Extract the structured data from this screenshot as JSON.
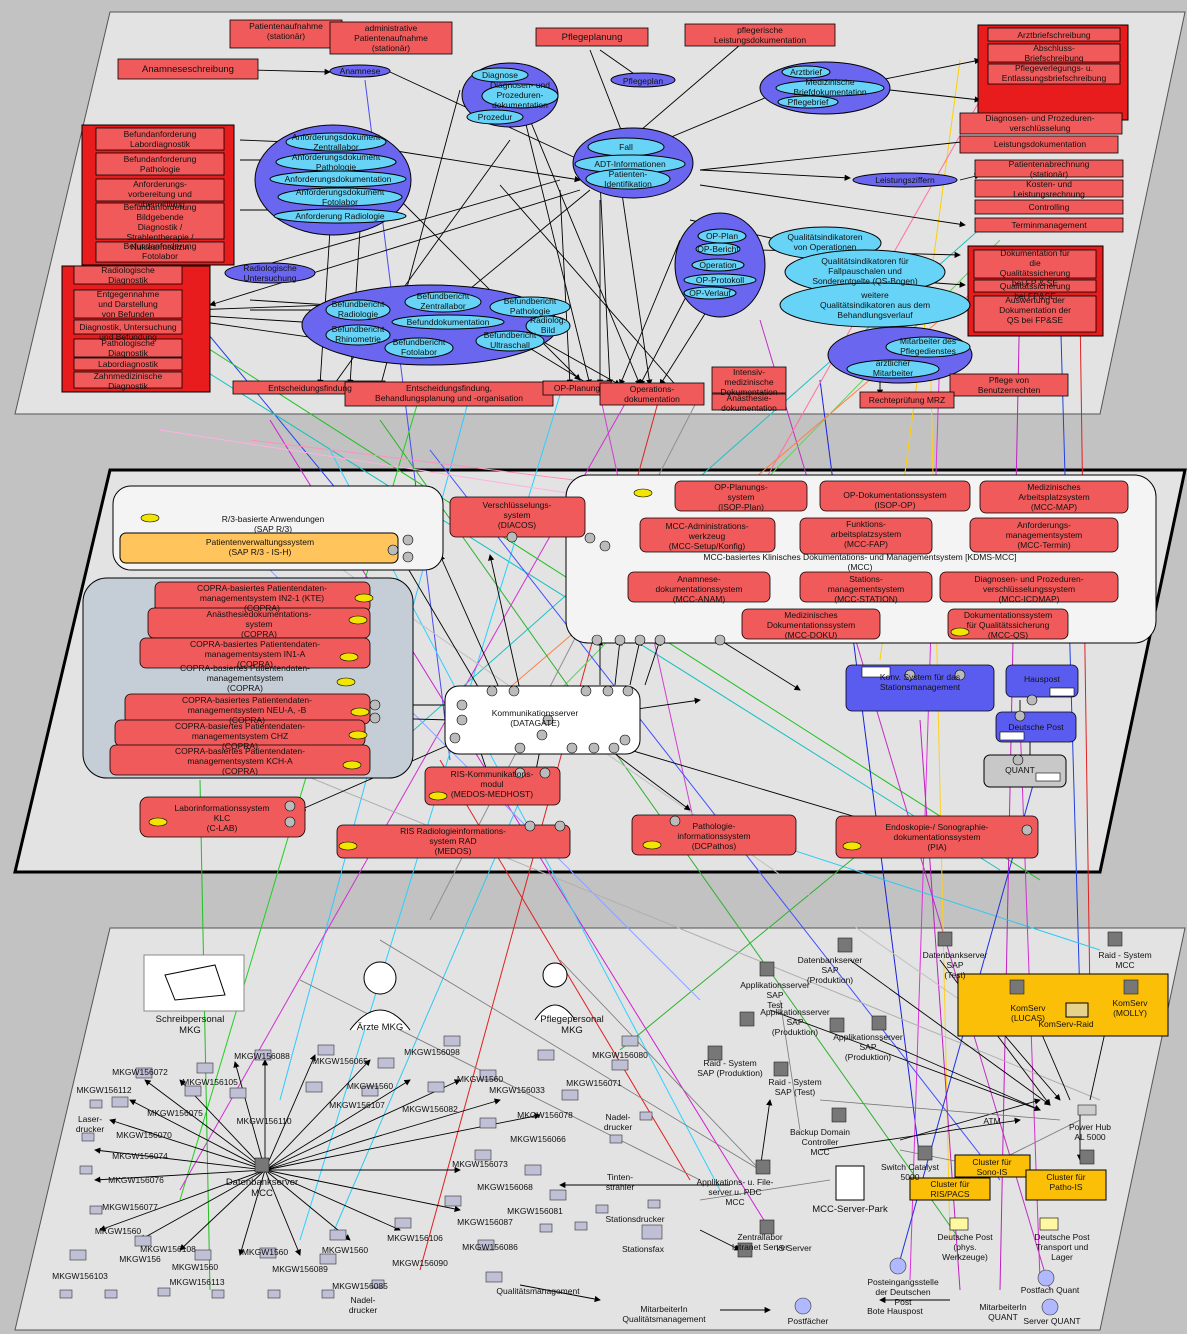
{
  "colors": {
    "red_box": "#f05a5a",
    "red_group": "#e81c1c",
    "blue_ellipse": "#6a66f0",
    "cyan_ellipse": "#66d3f7",
    "orange_sap": "#ffc45c",
    "gold_cluster": "#fcbf08",
    "blue_system": "#5a5cf0",
    "layer_fill": "#e3e3e3"
  },
  "layer1": {
    "labels": [
      {
        "text": "Patientenaufnahme\n(stationär)"
      },
      {
        "text": "administrative\nPatientenaufnahme\n(stationär)"
      },
      {
        "text": "Pflegeplanung"
      },
      {
        "text": "pflegerische\nLeistungsdokumentation"
      },
      {
        "text": "Arztbriefschreibung"
      },
      {
        "text": "Abschluss-\nBriefschreibung"
      },
      {
        "text": "Pflegeverlegungs- u.\nEntlassungsbriefschreibung"
      },
      {
        "text": "Anamneseschreibung"
      },
      {
        "text": "Anamnese"
      },
      {
        "text": "Diagnose"
      },
      {
        "text": "Diagnosen- und\nProzeduren-\ndokumentation"
      },
      {
        "text": "Prozedur"
      },
      {
        "text": "Pflegeplan"
      },
      {
        "text": "Arztbrief"
      },
      {
        "text": "Medizinische\nBriefdokumentation"
      },
      {
        "text": "Pflegebrief"
      },
      {
        "text": "Diagnosen- und Prozeduren-\nverschlüsselung"
      },
      {
        "text": "Leistungsdokumentation"
      },
      {
        "text": "Befundanforderung\nLabordiagnostik"
      },
      {
        "text": "Befundanforderung\nPathologie"
      },
      {
        "text": "Anforderungs-\nvorbereitung und\n-übermittlung"
      },
      {
        "text": "Befundanforderung\nBildgebende\nDiagnostik /\nStrahlentherapie /\nNuklearmedizin"
      },
      {
        "text": "Befundanforderung\nFotolabor"
      },
      {
        "text": "Anforderungsdokument\nZentrallabor"
      },
      {
        "text": "Anforderungsdokument\nPathologie"
      },
      {
        "text": "Anforderungsdokumentation"
      },
      {
        "text": "Anforderungsdokument\nFotolabor"
      },
      {
        "text": "Anforderung Radiologie"
      },
      {
        "text": "Fall"
      },
      {
        "text": "ADT-Informationen"
      },
      {
        "text": "Patienten-\nIdentifikation"
      },
      {
        "text": "Leistungsziffern"
      },
      {
        "text": "Patientenabrechnung\n(stationär)"
      },
      {
        "text": "Kosten- und\nLeistungsrechnung"
      },
      {
        "text": "Controlling"
      },
      {
        "text": "Terminmanagement"
      },
      {
        "text": "Radiologische\nDiagnostik"
      },
      {
        "text": "Radiologische\nUntersuchung"
      },
      {
        "text": "Entgegennahme\nund Darstellung\nvon Befunden"
      },
      {
        "text": "Diagnostik, Untersuchung\nund Befundung"
      },
      {
        "text": "Pathologische\nDiagnostik"
      },
      {
        "text": "Labordiagnostik"
      },
      {
        "text": "Zahnmedizinische\nDiagnostik"
      },
      {
        "text": "Befundbericht\nRadiologie"
      },
      {
        "text": "Befundbericht\nZentrallabor"
      },
      {
        "text": "Befundbericht\nPathologie"
      },
      {
        "text": "Befunddokumentation"
      },
      {
        "text": "Radiolog.\nBild"
      },
      {
        "text": "Befundbericht\nRhinometrie"
      },
      {
        "text": "Befundbericht\nFotolabor"
      },
      {
        "text": "Befundbericht\nUltraschall"
      },
      {
        "text": "OP-Plan"
      },
      {
        "text": "OP-Bericht"
      },
      {
        "text": "Operation"
      },
      {
        "text": "OP-Protokoll"
      },
      {
        "text": "OP-Verlauf"
      },
      {
        "text": "Qualitätsindikatoren\nvon Operationen"
      },
      {
        "text": "Qualitätsindikatoren für\nFallpauschalen und\nSonderentgelte (QS-Bogen)"
      },
      {
        "text": "weitere\nQualitätsindikatoren aus dem\nBehandlungsverlauf"
      },
      {
        "text": "Dokumentation für\ndie\nQualitätssicherung\nbei FP & SE"
      },
      {
        "text": "Qualitätssicherung\nbei FP&SE"
      },
      {
        "text": "Auswertung der\nDokumentation der\nQS bei FP&SE"
      },
      {
        "text": "Mitarbeiter des\nPflegedienstes"
      },
      {
        "text": "ärztlicher\nMitarbeiter"
      },
      {
        "text": "Pflege von\nBenutzerrechten"
      },
      {
        "text": "Rechteprüfung MRZ"
      },
      {
        "text": "Entscheidungsfindung"
      },
      {
        "text": "Entscheidungsfindung,\nBehandlungsplanung und -organisation"
      },
      {
        "text": "OP-Planung"
      },
      {
        "text": "Operations-\ndokumentation"
      },
      {
        "text": "Intensiv-\nmedizinische\nDokumentation"
      },
      {
        "text": "Anästhesie-\ndokumentation"
      }
    ]
  },
  "layer2": {
    "labels": [
      {
        "text": "R/3-basierte Anwendungen\n(SAP R/3)"
      },
      {
        "text": "Patientenverwaltungssystem\n(SAP R/3 - IS-H)"
      },
      {
        "text": "Verschlüsselungs-\nsystem\n(DIACOS)"
      },
      {
        "text": "OP-Planungs-\nsystem\n(ISOP-Plan)"
      },
      {
        "text": "OP-Dokumentationssystem\n(ISOP-OP)"
      },
      {
        "text": "Medizinisches\nArbeitsplatzsystem\n(MCC-MAP)"
      },
      {
        "text": "MCC-Administrations-\nwerkzeug\n(MCC-Setup/Konfig)"
      },
      {
        "text": "Funktions-\narbeitsplatzsystem\n(MCC-FAP)"
      },
      {
        "text": "Anforderungs-\nmanagementsystem\n(MCC-Termin)"
      },
      {
        "text": "MCC-basiertes Klinisches Dokumentations- und Managementsystem [KDMS-MCC]\n(MCC)"
      },
      {
        "text": "Anamnese-\ndokumentationssystem\n(MCC-ANAM)"
      },
      {
        "text": "Stations-\nmanagementsystem\n(MCC-STATION)"
      },
      {
        "text": "Diagnosen- und Prozeduren-\nverschlüsselungssystem\n(MCC-ICDMAP)"
      },
      {
        "text": "Medizinisches\nDokumentationssystem\n(MCC-DOKU)"
      },
      {
        "text": "Dokumentationssystem\nfür Qualitätssicherung\n(MCC-QS)"
      },
      {
        "text": "COPRA-basiertes Patientendaten-\nmanagementsystem IN2-1 (KTE)\n(COPRA)"
      },
      {
        "text": "Anästhesiedokumentations-\nsystem\n(COPRA)"
      },
      {
        "text": "COPRA-basiertes Patientendaten-\nmanagementsystem IN1-A\n(COPRA)"
      },
      {
        "text": "COPRA-basiertes Patientendaten-\nmanagementsystem\n(COPRA)"
      },
      {
        "text": "COPRA-basiertes Patientendaten-\nmanagementsystem NEU-A, -B\n(COPRA)"
      },
      {
        "text": "COPRA-basiertes Patientendaten-\nmanagementsystem CHZ\n(COPRA)"
      },
      {
        "text": "COPRA-basiertes Patientendaten-\nmanagementsystem KCH-A\n(COPRA)"
      },
      {
        "text": "Kommunikationsserver\n(DATAGATE)"
      },
      {
        "text": "Konv. System für das\nStationsmanagement"
      },
      {
        "text": "Hauspost"
      },
      {
        "text": "Deutsche Post"
      },
      {
        "text": "QUANT"
      },
      {
        "text": "RIS-Kommunikations-\nmodul\n(MEDOS-MEDHOST)"
      },
      {
        "text": "Laborinformationssystem\nKLC\n(C-LAB)"
      },
      {
        "text": "RIS Radiologieinformations-\nsystem RAD\n(MEDOS)"
      },
      {
        "text": "Pathologie-\ninformationssystem\n(DCPathos)"
      },
      {
        "text": "Endoskopie-/ Sonographie-\ndokumentationssystem\n(PIA)"
      }
    ]
  },
  "layer3": {
    "labels": [
      {
        "text": "Schreibpersonal\nMKG"
      },
      {
        "text": "Ärzte MKG"
      },
      {
        "text": "Pflegepersonal\nMKG"
      },
      {
        "text": "Datenbankserver\nSAP\n(Produktion)"
      },
      {
        "text": "Datenbankserver\nSAP\n(Test)"
      },
      {
        "text": "Raid - System\nMCC"
      },
      {
        "text": "KomServ\n(LUCAS)"
      },
      {
        "text": "KomServ\n(MOLLY)"
      },
      {
        "text": "KomServ-Raid"
      },
      {
        "text": "Applikationsserver\nSAP\nTest"
      },
      {
        "text": "Applikationsserver\nSAP\n(Produktion)"
      },
      {
        "text": "Applikationsserver\nSAP\n(Produktion)"
      },
      {
        "text": "Raid - System\nSAP (Produktion)"
      },
      {
        "text": "Raid - System\nSAP (Test)"
      },
      {
        "text": "Backup Domain\nController\nMCC"
      },
      {
        "text": "ATM"
      },
      {
        "text": "Power Hub\nAL 5000"
      },
      {
        "text": "Switch Catalyst\n5000"
      },
      {
        "text": "Cluster für\nSono-IS"
      },
      {
        "text": "Cluster für\nRIS/PACS"
      },
      {
        "text": "Cluster für\nPatho-IS"
      },
      {
        "text": "MCC-Server-Park"
      },
      {
        "text": "Applikations- u. File-\nserver u. PDC\nMCC"
      },
      {
        "text": "Datenbankserver\nMCC"
      },
      {
        "text": "Zentrallabor\nIntranet Server"
      },
      {
        "text": "IS Server"
      },
      {
        "text": "Stationsdrucker"
      },
      {
        "text": "Stationsfax"
      },
      {
        "text": "Tinten-\nstrahler"
      },
      {
        "text": "Nadel-\ndrucker"
      },
      {
        "text": "Nadel-\ndrucker"
      },
      {
        "text": "Deutsche Post\n(phys.\nWerkzeuge)"
      },
      {
        "text": "Deutsche Post\nTransport und\nLager"
      },
      {
        "text": "Posteingangsstelle\nder Deutschen\nPost"
      },
      {
        "text": "Postfach Quant"
      },
      {
        "text": "Bote Hauspost"
      },
      {
        "text": "MitarbeiterIn\nQUANT"
      },
      {
        "text": "Server QUANT"
      },
      {
        "text": "Postfächer"
      },
      {
        "text": "MitarbeiterIn\nQualitätsmanagement"
      },
      {
        "text": "Qualitätsmanagement"
      },
      {
        "text": "MKGW156072"
      },
      {
        "text": "MKGW156112"
      },
      {
        "text": "MKGW156105"
      },
      {
        "text": "MKGW156088"
      },
      {
        "text": "MKGW156065"
      },
      {
        "text": "MKGW156098"
      },
      {
        "text": "MKGW156080"
      },
      {
        "text": "MKGW156071"
      },
      {
        "text": "MKGW156075"
      },
      {
        "text": "MKGW156110"
      },
      {
        "text": "MKGW156107"
      },
      {
        "text": "MKGW156082"
      },
      {
        "text": "MKGW156033"
      },
      {
        "text": "MKGW156078"
      },
      {
        "text": "MKGW156070"
      },
      {
        "text": "MKGW156066"
      },
      {
        "text": "MKGW156074"
      },
      {
        "text": "MKGW156076"
      },
      {
        "text": "MKGW156077"
      },
      {
        "text": "MKGW156073"
      },
      {
        "text": "MKGW156068"
      },
      {
        "text": "MKGW156087"
      },
      {
        "text": "MKGW156081"
      },
      {
        "text": "MKGW156106"
      },
      {
        "text": "MKGW156086"
      },
      {
        "text": "MKGW156090"
      },
      {
        "text": "MKGW156085"
      },
      {
        "text": "MKGW156089"
      },
      {
        "text": "MKGW156113"
      },
      {
        "text": "MKGW156103"
      },
      {
        "text": "MKGW156108"
      },
      {
        "text": "MKGW156"
      },
      {
        "text": "MKGW1560"
      },
      {
        "text": "MKGW1560"
      },
      {
        "text": "MKGW1560"
      },
      {
        "text": "MKGW1560"
      },
      {
        "text": "MKGW1560"
      },
      {
        "text": "MKGW1560"
      },
      {
        "text": "Laser-\ndrucker"
      }
    ]
  }
}
